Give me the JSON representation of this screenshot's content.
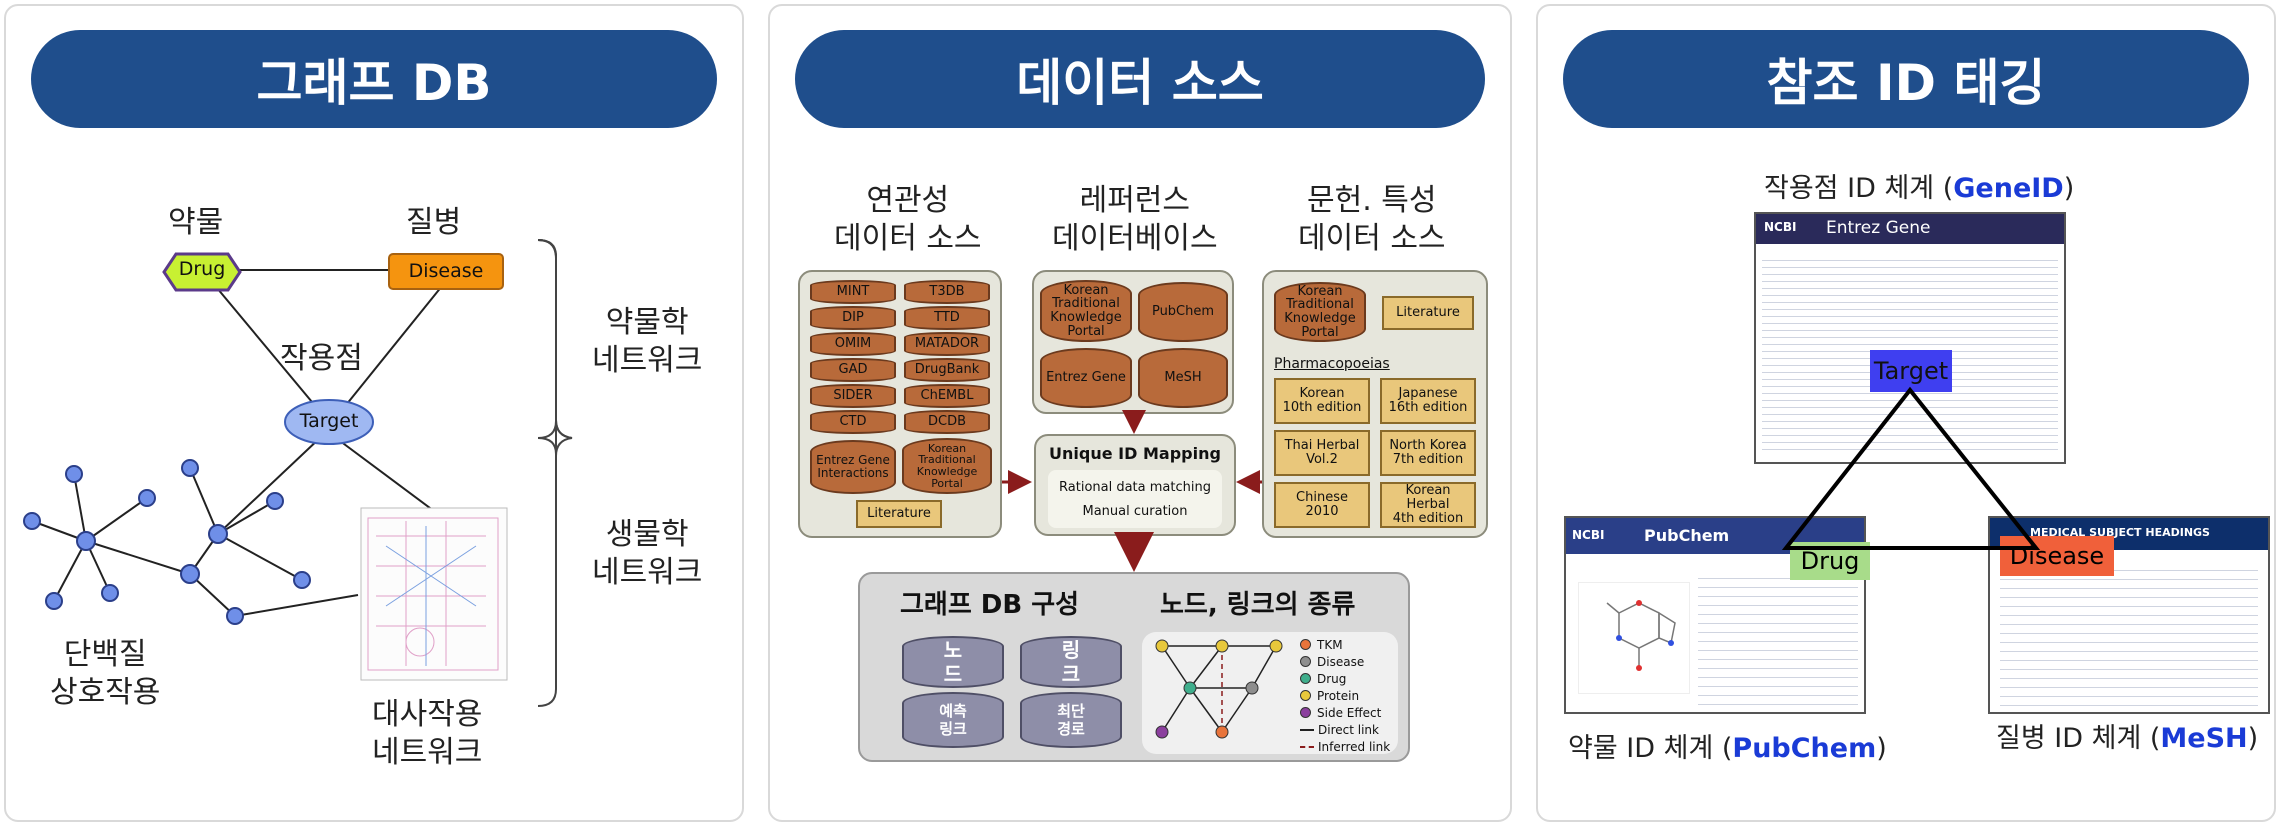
{
  "panels": {
    "graph_db": {
      "title": "그래프 DB",
      "node_labels": {
        "drug": "약물",
        "disease": "질병",
        "target": "작용점"
      },
      "nodes": {
        "drug": "Drug",
        "disease": "Disease",
        "target": "Target"
      },
      "brackets": {
        "pharmacology": "약물학\n네트워크",
        "biology": "생물학\n네트워크"
      },
      "ppi": "단백질\n상호작용",
      "metabolic": "대사작용\n네트워크"
    },
    "data_source": {
      "title": "데이터 소스",
      "col1_label": "연관성\n데이터 소스",
      "col2_label": "레퍼런스\n데이터베이스",
      "col3_label": "문헌. 특성\n데이터 소스",
      "assoc_dbs": [
        "MINT",
        "T3DB",
        "DIP",
        "TTD",
        "OMIM",
        "MATADOR",
        "GAD",
        "DrugBank",
        "SIDER",
        "ChEMBL",
        "CTD",
        "DCDB"
      ],
      "assoc_big": [
        "Entrez Gene\nInteractions",
        "Korean\nTraditional\nKnowledge\nPortal"
      ],
      "assoc_lit": "Literature",
      "ref_dbs": [
        "Korean\nTraditional\nKnowledge\nPortal",
        "PubChem",
        "Entrez Gene",
        "MeSH"
      ],
      "lit_db": "Korean\nTraditional\nKnowledge\nPortal",
      "lit_scroll": "Literature",
      "pharmacopoeias_label": "Pharmacopoeias",
      "pharmacopoeias": [
        "Korean\n10th edition",
        "Japanese\n16th edition",
        "Thai Herbal\nVol.2",
        "North Korea\n7th edition",
        "Chinese\n2010",
        "Korean Herbal\n4th edition"
      ],
      "mapping_title": "Unique ID Mapping",
      "mapping_items": [
        "Rational data matching",
        "Manual curation"
      ],
      "composition_title": "그래프 DB 구성",
      "types_title": "노드, 링크의 종류",
      "cyl_node": "노\n드",
      "cyl_link": "링\n크",
      "cyl_pred": "예측\n링크",
      "cyl_path": "최단\n경로",
      "legend": [
        {
          "label": "TKM",
          "color": "#e8743b"
        },
        {
          "label": "Disease",
          "color": "#8e8e8e"
        },
        {
          "label": "Drug",
          "color": "#3fae8c"
        },
        {
          "label": "Protein",
          "color": "#e8c83b"
        },
        {
          "label": "Side Effect",
          "color": "#8b3f9e"
        }
      ],
      "legend_lines": [
        "Direct link",
        "Inferred link"
      ]
    },
    "id_tagging": {
      "title": "참조 ID 태깅",
      "geneid_prefix": "작용점 ID 체계 (",
      "geneid_name": "GeneID",
      "pubchem_prefix": "약물 ID 체계 (",
      "pubchem_name": "PubChem",
      "mesh_prefix": "질병 ID 체계 (",
      "mesh_name": "MeSH",
      "suffix": ")",
      "tags": {
        "target": "Target",
        "drug": "Drug",
        "disease": "Disease"
      },
      "entrez_header": "Entrez Gene",
      "pubchem_header": "PubChem",
      "mesh_header": "MEDICAL SUBJECT HEADINGS",
      "ncbi": "NCBI"
    }
  },
  "colors": {
    "pill": "#1f4e8c",
    "accent_blue": "#1a3bd6"
  }
}
